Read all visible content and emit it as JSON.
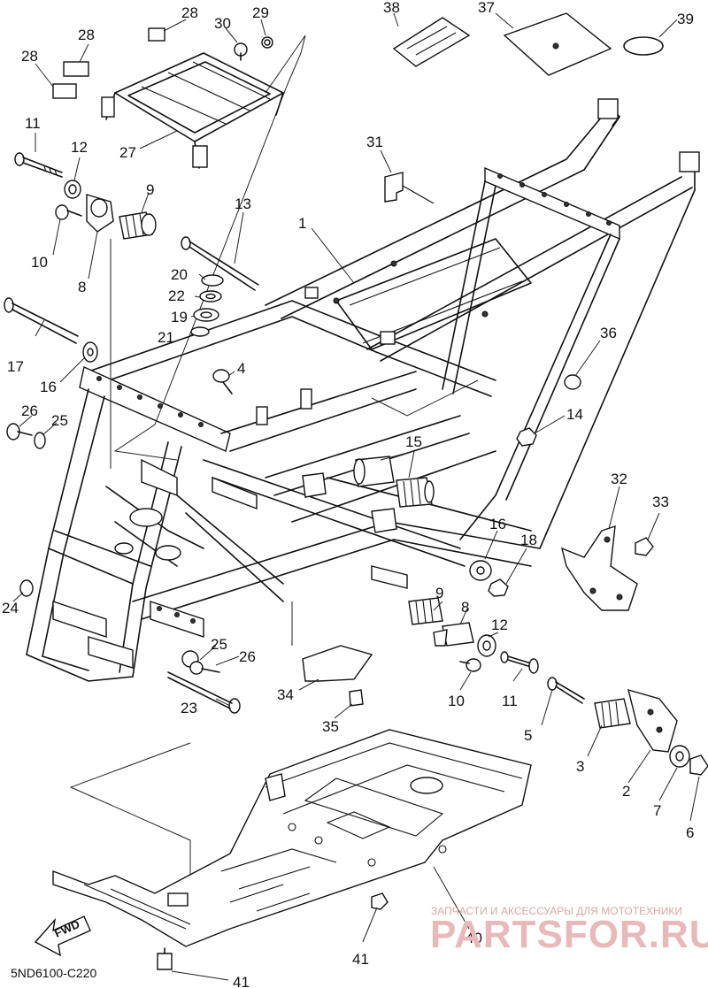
{
  "diagram": {
    "drawing_code": "5ND6100-C220",
    "direction_marker": "FWD",
    "watermark": {
      "line1": "ЗАПЧАСТИ И АКСЕССУАРЫ ДЛЯ МОТОТЕХНИКИ",
      "line2": "PARTSFOR.RU"
    },
    "callouts": [
      {
        "id": "c1",
        "label": "1"
      },
      {
        "id": "c2",
        "label": "2"
      },
      {
        "id": "c3",
        "label": "3"
      },
      {
        "id": "c4",
        "label": "4"
      },
      {
        "id": "c5",
        "label": "5"
      },
      {
        "id": "c6",
        "label": "6"
      },
      {
        "id": "c7",
        "label": "7"
      },
      {
        "id": "c8a",
        "label": "8"
      },
      {
        "id": "c8b",
        "label": "8"
      },
      {
        "id": "c9a",
        "label": "9"
      },
      {
        "id": "c9b",
        "label": "9"
      },
      {
        "id": "c10a",
        "label": "10"
      },
      {
        "id": "c10b",
        "label": "10"
      },
      {
        "id": "c11a",
        "label": "11"
      },
      {
        "id": "c11b",
        "label": "11"
      },
      {
        "id": "c12a",
        "label": "12"
      },
      {
        "id": "c12b",
        "label": "12"
      },
      {
        "id": "c13",
        "label": "13"
      },
      {
        "id": "c14",
        "label": "14"
      },
      {
        "id": "c15",
        "label": "15"
      },
      {
        "id": "c16a",
        "label": "16"
      },
      {
        "id": "c16b",
        "label": "16"
      },
      {
        "id": "c17",
        "label": "17"
      },
      {
        "id": "c18",
        "label": "18"
      },
      {
        "id": "c19",
        "label": "19"
      },
      {
        "id": "c20",
        "label": "20"
      },
      {
        "id": "c21",
        "label": "21"
      },
      {
        "id": "c22",
        "label": "22"
      },
      {
        "id": "c23",
        "label": "23"
      },
      {
        "id": "c24",
        "label": "24"
      },
      {
        "id": "c25a",
        "label": "25"
      },
      {
        "id": "c25b",
        "label": "25"
      },
      {
        "id": "c26a",
        "label": "26"
      },
      {
        "id": "c26b",
        "label": "26"
      },
      {
        "id": "c27",
        "label": "27"
      },
      {
        "id": "c28a",
        "label": "28"
      },
      {
        "id": "c28b",
        "label": "28"
      },
      {
        "id": "c28c",
        "label": "28"
      },
      {
        "id": "c29",
        "label": "29"
      },
      {
        "id": "c30",
        "label": "30"
      },
      {
        "id": "c31",
        "label": "31"
      },
      {
        "id": "c32",
        "label": "32"
      },
      {
        "id": "c33",
        "label": "33"
      },
      {
        "id": "c34",
        "label": "34"
      },
      {
        "id": "c35",
        "label": "35"
      },
      {
        "id": "c36",
        "label": "36"
      },
      {
        "id": "c37",
        "label": "37"
      },
      {
        "id": "c38",
        "label": "38"
      },
      {
        "id": "c39",
        "label": "39"
      },
      {
        "id": "c40",
        "label": "40"
      },
      {
        "id": "c41a",
        "label": "41"
      },
      {
        "id": "c41b",
        "label": "41"
      }
    ]
  }
}
